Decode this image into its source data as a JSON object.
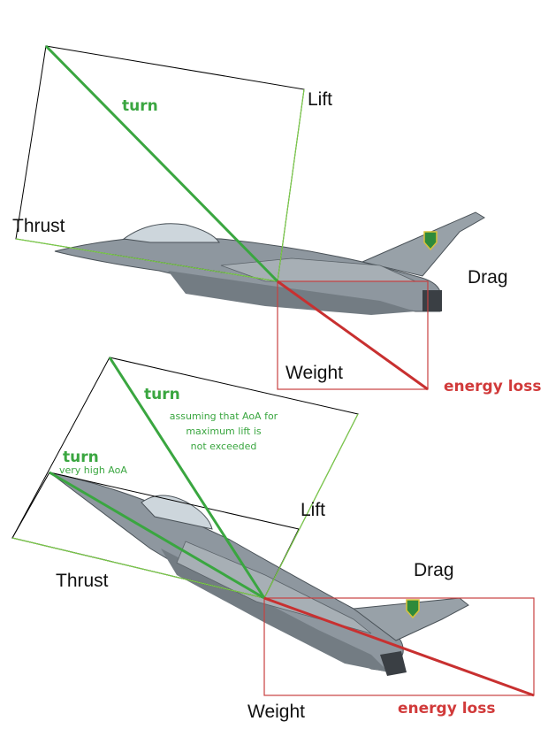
{
  "top": {
    "lift": "Lift",
    "thrust": "Thrust",
    "drag": "Drag",
    "weight": "Weight",
    "turn": "turn",
    "energy_loss": "energy loss"
  },
  "bottom": {
    "lift": "Lift",
    "thrust": "Thrust",
    "drag": "Drag",
    "weight": "Weight",
    "turn_1": "turn",
    "turn_2": "turn",
    "high_aoa": "very high AoA",
    "note_line1": "assuming that AoA for",
    "note_line2": "maximum lift is",
    "note_line3": "not exceeded",
    "energy_loss": "energy loss"
  },
  "colors": {
    "vector_green": "#3aa640",
    "light_green": "#7ccc4a",
    "loss_red": "#c83030",
    "box_red": "#c84040",
    "outline": "#000000",
    "aircraft_grey": "#8a949c"
  }
}
